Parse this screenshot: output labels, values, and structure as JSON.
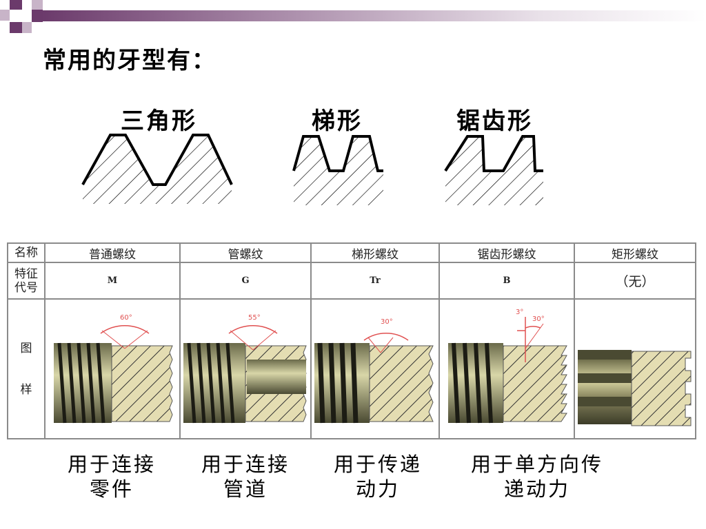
{
  "slide": {
    "title": "常用的牙型有：",
    "colors": {
      "accent_dark": "#6b3a6b",
      "accent_mid": "#a880a8",
      "accent_light": "#d9c9d9"
    }
  },
  "profiles": [
    {
      "label": "三角形"
    },
    {
      "label": "梯形"
    },
    {
      "label": "锯齿形"
    }
  ],
  "table": {
    "row_headers": {
      "name": "名称",
      "code": "特征\n代号",
      "figure": "图\n\n\n样"
    },
    "columns": [
      {
        "name": "普通螺纹",
        "code": "M",
        "angle": "60°"
      },
      {
        "name": "管螺纹",
        "code": "G",
        "angle": "55°"
      },
      {
        "name": "梯形螺纹",
        "code": "Tr",
        "angle": "30°"
      },
      {
        "name": "锯齿形螺纹",
        "code": "B",
        "angle_a": "3°",
        "angle_b": "30°"
      },
      {
        "name": "矩形螺纹",
        "code": "（无）"
      }
    ]
  },
  "captions": [
    {
      "line1": "用于连接",
      "line2": "零件"
    },
    {
      "line1": "用于连接",
      "line2": "管道"
    },
    {
      "line1": "用于传递",
      "line2": "动力"
    },
    {
      "line1": "用于单方向传",
      "line2": "递动力"
    }
  ]
}
